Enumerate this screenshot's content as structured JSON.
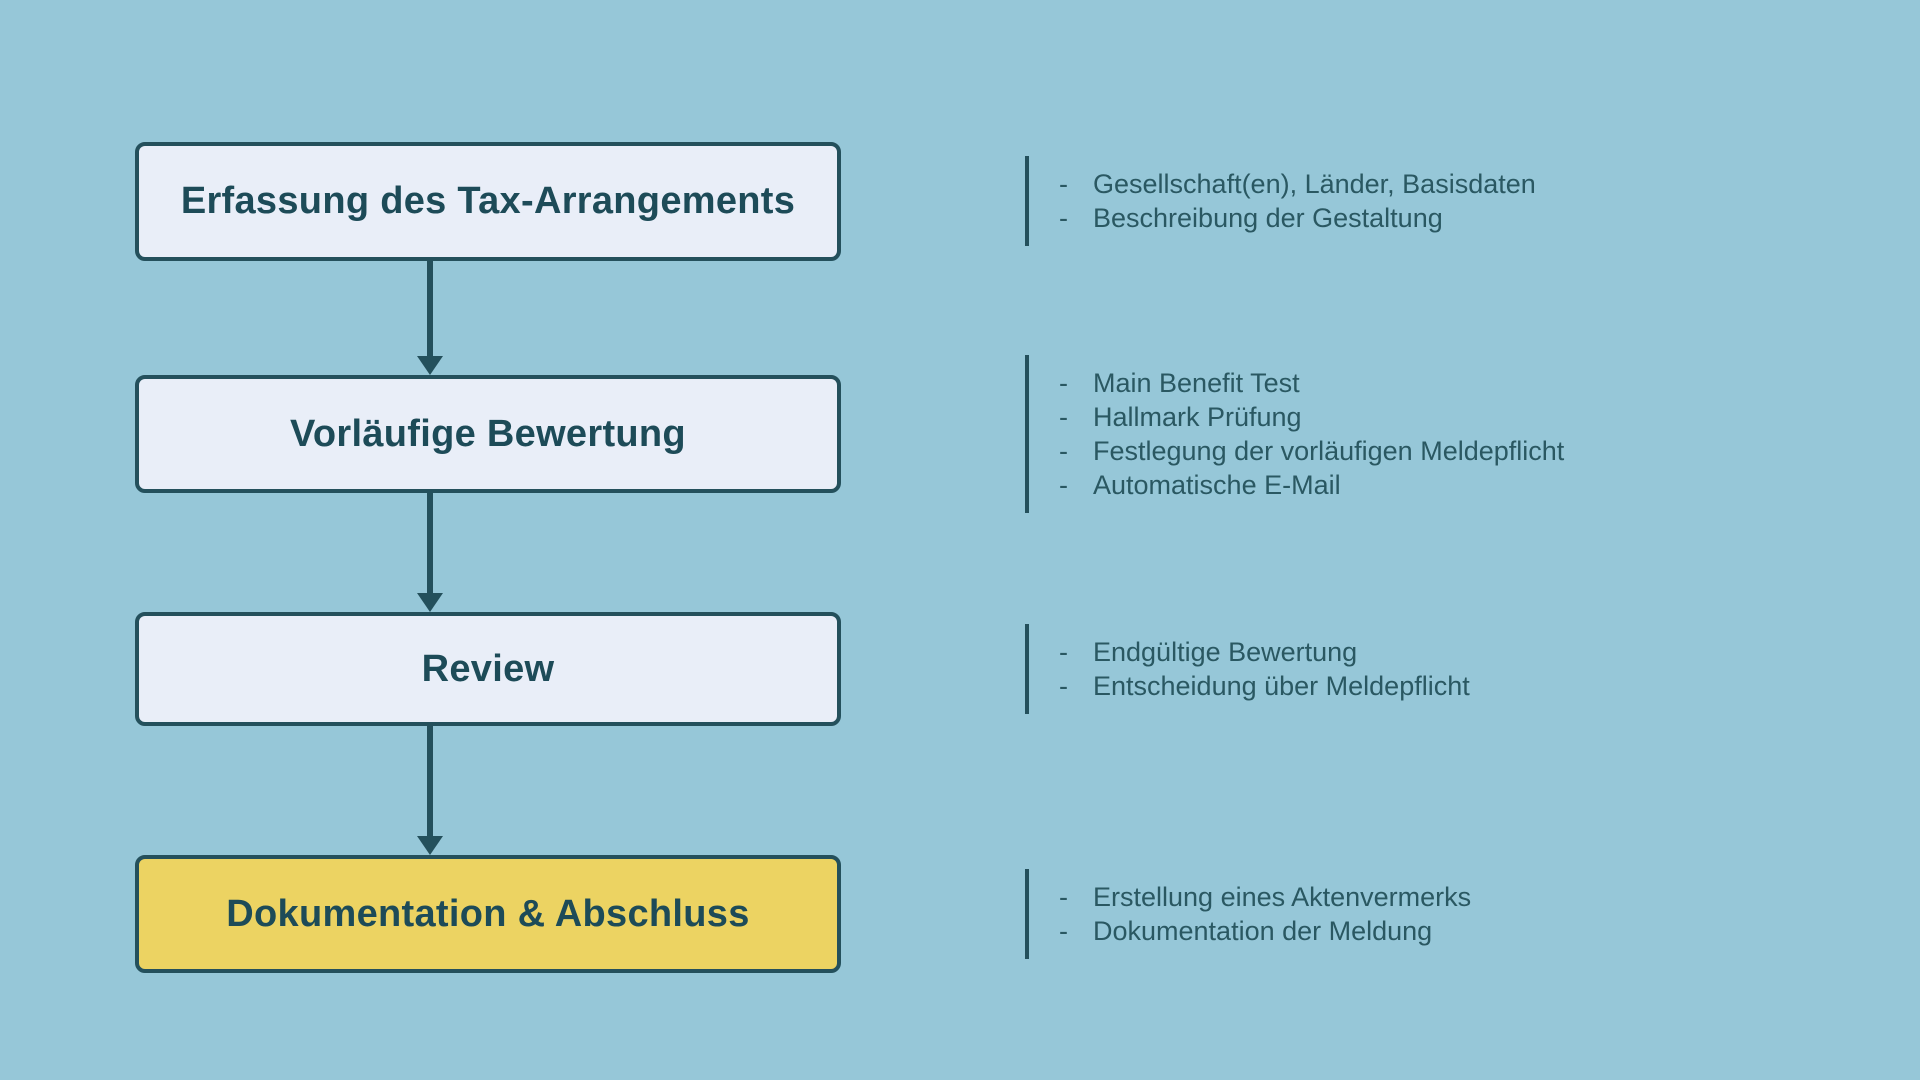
{
  "diagram": {
    "background_color": "#96c7d8",
    "border_color": "#24505c",
    "box_fill_color": "#e9eef8",
    "highlight_fill_color": "#ecd362",
    "heading_text_color": "#1d4b58",
    "detail_text_color": "#2a5862",
    "bullet_marker": "-",
    "steps": [
      {
        "label": "Erfassung des Tax-Arrangements",
        "highlighted": false,
        "details": [
          "Gesellschaft(en), Länder, Basisdaten",
          "Beschreibung der Gestaltung"
        ]
      },
      {
        "label": "Vorläufige Bewertung",
        "highlighted": false,
        "details": [
          "Main Benefit Test",
          "Hallmark Prüfung",
          "Festlegung der vorläufigen Meldepflicht",
          "Automatische E-Mail"
        ]
      },
      {
        "label": "Review",
        "highlighted": false,
        "details": [
          "Endgültige Bewertung",
          "Entscheidung über Meldepflicht"
        ]
      },
      {
        "label": "Dokumentation & Abschluss",
        "highlighted": true,
        "details": [
          "Erstellung eines Aktenvermerks",
          "Dokumentation der Meldung"
        ]
      }
    ]
  }
}
